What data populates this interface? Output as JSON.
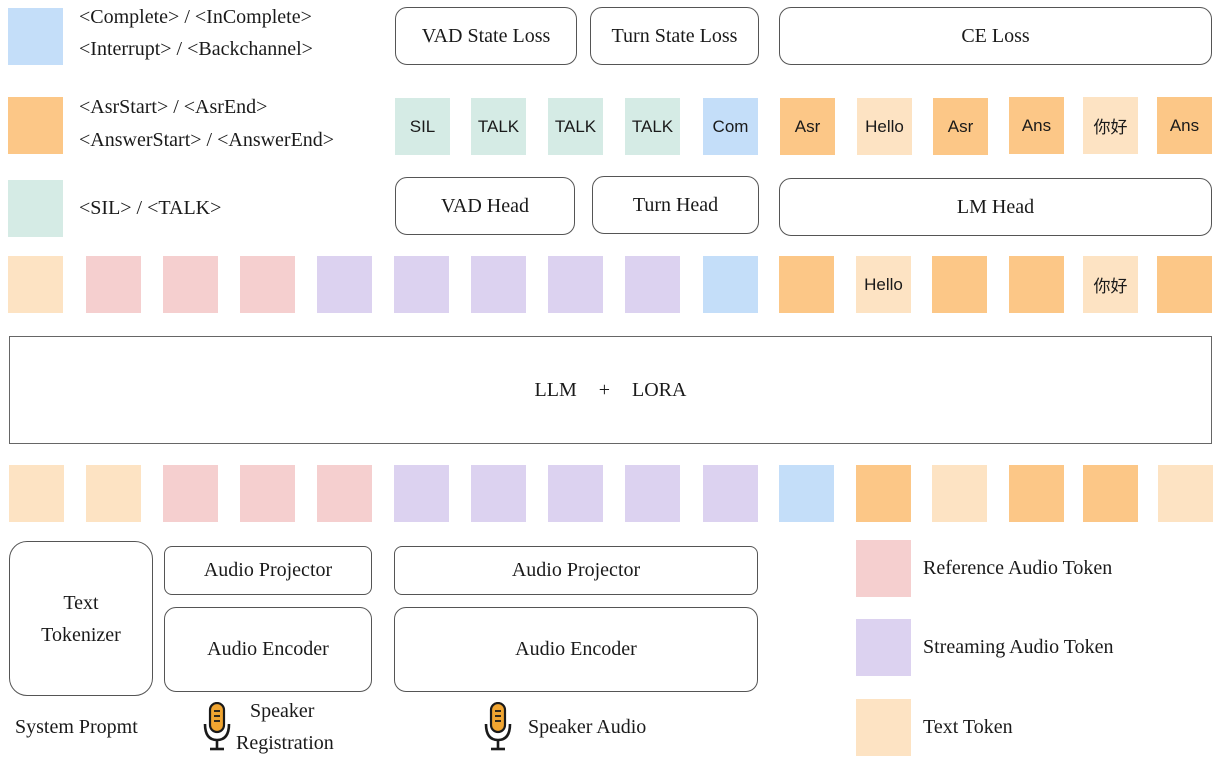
{
  "legend_top": {
    "complete_line1": "<Complete> / <InComplete>",
    "complete_line2": "<Interrupt> / <Backchannel>",
    "asr_line1": "<AsrStart> / <AsrEnd>",
    "asr_line2": "<AnswerStart> / <AnswerEnd>",
    "sil_line": "<SIL> / <TALK>"
  },
  "losses": {
    "vad": "VAD State Loss",
    "turn": "Turn State Loss",
    "ce": "CE Loss"
  },
  "output_tokens": [
    "SIL",
    "TALK",
    "TALK",
    "TALK",
    "Com",
    "Asr",
    "Hello",
    "Asr",
    "Ans",
    "你好",
    "Ans"
  ],
  "heads": {
    "vad": "VAD Head",
    "turn": "Turn Head",
    "lm": "LM Head"
  },
  "hidden_tokens": {
    "hello": "Hello",
    "nihao": "你好"
  },
  "llm": {
    "llm": "LLM",
    "plus": "+",
    "lora": "LORA"
  },
  "modules": {
    "text_tokenizer_line1": "Text",
    "text_tokenizer_line2": "Tokenizer",
    "audio_projector_ref": "Audio Projector",
    "audio_encoder_ref": "Audio Encoder",
    "audio_projector_stream": "Audio Projector",
    "audio_encoder_stream": "Audio Encoder"
  },
  "inputs": {
    "system_prompt": "System Propmt",
    "speaker_reg_line1": "Speaker",
    "speaker_reg_line2": "Registration",
    "speaker_audio": "Speaker Audio"
  },
  "legend_bottom": {
    "reference": "Reference Audio Token",
    "streaming": "Streaming Audio Token",
    "text": "Text Token"
  },
  "colors": {
    "text_token": "#fde3c3",
    "control_token": "#fcc787",
    "reference_audio": "#f5cfcf",
    "streaming_audio": "#dcd2f0",
    "turn_state": "#c4def9",
    "vad_state": "#d5ebe5",
    "mic": "#f0a531"
  }
}
